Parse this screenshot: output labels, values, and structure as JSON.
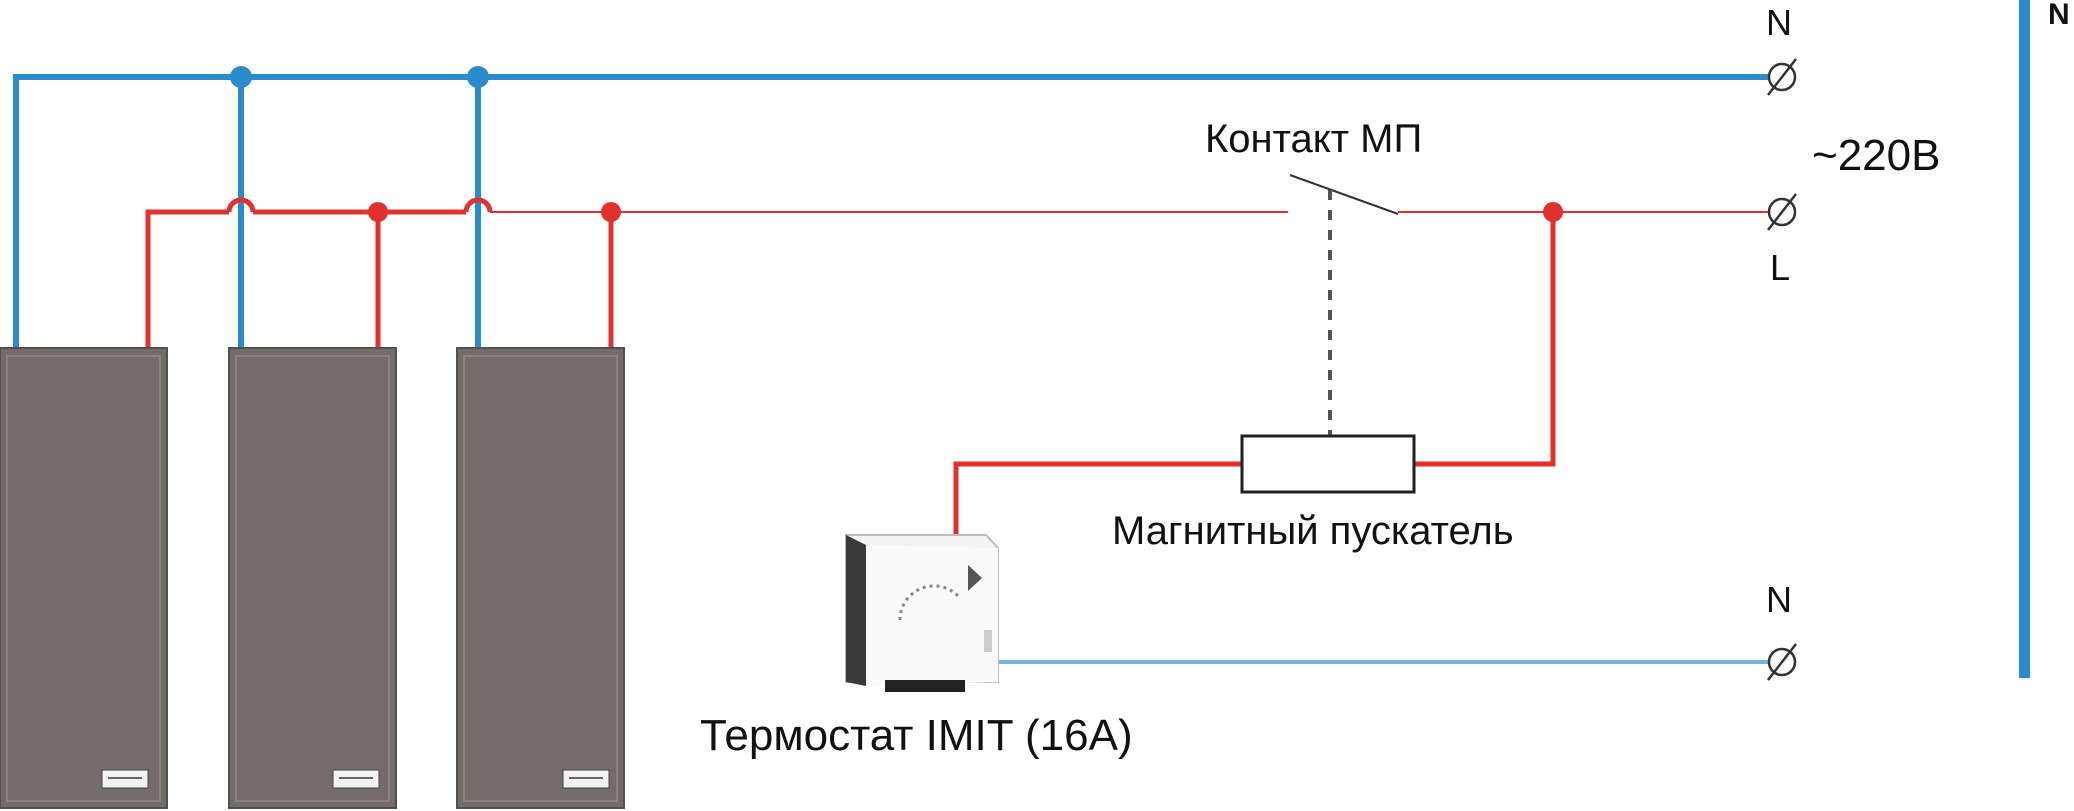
{
  "labels": {
    "neutral_top": "N",
    "voltage": "~220В",
    "line": "L",
    "contact": "Контакт МП",
    "starter": "Магнитный пускатель",
    "neutral_bottom": "N",
    "thermostat": "Термостат IMIT (16А)",
    "neutral_bus": "N"
  },
  "colors": {
    "neutral_wire": "#2a8ccc",
    "phase_wire": "#e0312e",
    "panel_fill": "#736c6b",
    "panel_border": "#555050"
  },
  "components": {
    "heaters": 3,
    "thermostat_icon": "thermostat-icon",
    "terminal_icon": "terminal-screw-icon"
  }
}
